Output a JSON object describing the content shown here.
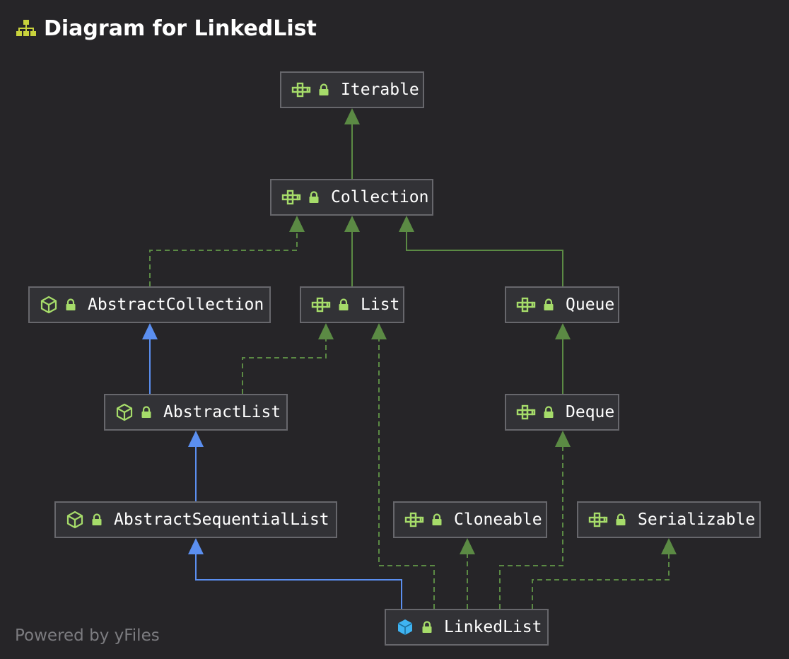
{
  "title": "Diagram for LinkedList",
  "footer": "Powered by yFiles",
  "colors": {
    "background": "#262528",
    "node_fill": "#323236",
    "node_border": "#67676c",
    "interface_edge": "#5b8a44",
    "class_edge": "#5b8ff0",
    "icon_green": "#a6dc6a",
    "icon_blue": "#3fb4f2"
  },
  "nodes": [
    {
      "id": "iterable",
      "label": "Iterable",
      "kind": "interface",
      "icon": "interface-icon"
    },
    {
      "id": "collection",
      "label": "Collection",
      "kind": "interface",
      "icon": "interface-icon"
    },
    {
      "id": "abstractcollection",
      "label": "AbstractCollection",
      "kind": "abstract-class",
      "icon": "abstract-class-icon"
    },
    {
      "id": "list",
      "label": "List",
      "kind": "interface",
      "icon": "interface-icon"
    },
    {
      "id": "queue",
      "label": "Queue",
      "kind": "interface",
      "icon": "interface-icon"
    },
    {
      "id": "abstractlist",
      "label": "AbstractList",
      "kind": "abstract-class",
      "icon": "abstract-class-icon"
    },
    {
      "id": "deque",
      "label": "Deque",
      "kind": "interface",
      "icon": "interface-icon"
    },
    {
      "id": "abstractsequentiallist",
      "label": "AbstractSequentialList",
      "kind": "abstract-class",
      "icon": "abstract-class-icon"
    },
    {
      "id": "cloneable",
      "label": "Cloneable",
      "kind": "interface",
      "icon": "interface-icon"
    },
    {
      "id": "serializable",
      "label": "Serializable",
      "kind": "interface",
      "icon": "interface-icon"
    },
    {
      "id": "linkedlist",
      "label": "LinkedList",
      "kind": "class",
      "icon": "class-icon"
    }
  ],
  "edges": [
    {
      "from": "collection",
      "to": "iterable",
      "type": "extends-interface"
    },
    {
      "from": "abstractcollection",
      "to": "collection",
      "type": "implements"
    },
    {
      "from": "list",
      "to": "collection",
      "type": "extends-interface"
    },
    {
      "from": "queue",
      "to": "collection",
      "type": "extends-interface"
    },
    {
      "from": "abstractlist",
      "to": "abstractcollection",
      "type": "extends-class"
    },
    {
      "from": "abstractlist",
      "to": "list",
      "type": "implements"
    },
    {
      "from": "deque",
      "to": "queue",
      "type": "extends-interface"
    },
    {
      "from": "abstractsequentiallist",
      "to": "abstractlist",
      "type": "extends-class"
    },
    {
      "from": "linkedlist",
      "to": "abstractsequentiallist",
      "type": "extends-class"
    },
    {
      "from": "linkedlist",
      "to": "list",
      "type": "implements"
    },
    {
      "from": "linkedlist",
      "to": "cloneable",
      "type": "implements"
    },
    {
      "from": "linkedlist",
      "to": "deque",
      "type": "implements"
    },
    {
      "from": "linkedlist",
      "to": "serializable",
      "type": "implements"
    }
  ]
}
